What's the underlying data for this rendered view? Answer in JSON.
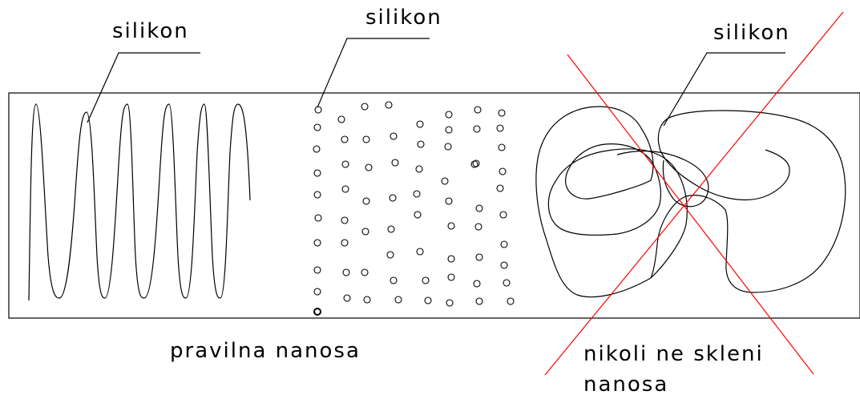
{
  "labels": {
    "silikon_left": "silikon",
    "silikon_middle": "silikon",
    "silikon_right": "silikon",
    "correct": "pravilna  nanosa",
    "wrong_line1": "nikoli  ne  skleni",
    "wrong_line2": "nanosa"
  },
  "colors": {
    "line": "#000000",
    "cross": "#ff0000"
  }
}
